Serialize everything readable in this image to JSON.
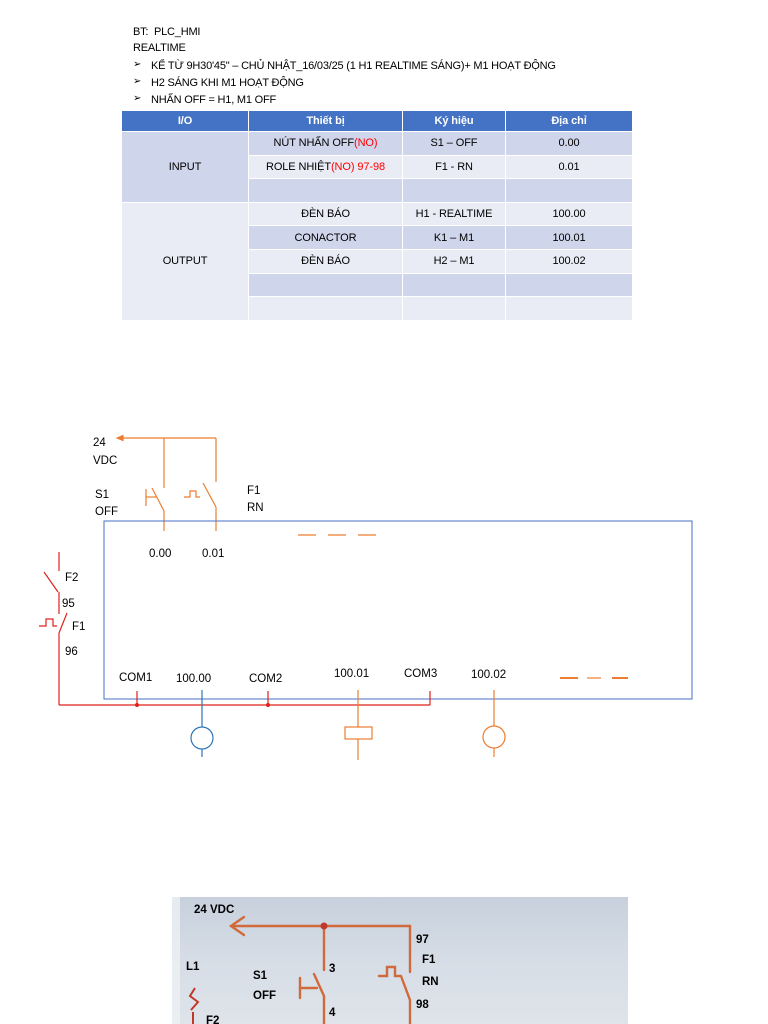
{
  "document": {
    "title_line": "BT:  PLC_HMI",
    "subtitle": "REALTIME",
    "bullet_glyph": "➢",
    "bullets": [
      "KỂ TỪ 9H30'45\" – CHỦ NHẬT_16/03/25 (1 H1 REALTIME SÁNG)+ M1 HOẠT ĐỘNG",
      "H2 SÁNG KHI M1 HOẠT ĐỘNG",
      "NHẤN OFF = H1, M1 OFF"
    ]
  },
  "io_table": {
    "headers": [
      "I/O",
      "Thiết bị",
      "Ký hiệu",
      "Địa chỉ"
    ],
    "input_group": "INPUT",
    "output_group": "OUTPUT",
    "input_rows": [
      {
        "device": "NÚT NHẤN OFF",
        "note": "(NO)",
        "symbol": "S1 – OFF",
        "address": "0.00"
      },
      {
        "device": "ROLE NHIỆT",
        "note": "(NO) 97-98",
        "symbol": "F1 - RN",
        "address": "0.01"
      }
    ],
    "output_rows": [
      {
        "device": "ĐÈN BÁO",
        "symbol": "H1 - REALTIME",
        "address": "100.00"
      },
      {
        "device": "CONACTOR",
        "symbol": "K1 – M1",
        "address": "100.01"
      },
      {
        "device": "ĐÈN BÁO",
        "symbol": "H2 – M1",
        "address": "100.02"
      }
    ]
  },
  "wiring": {
    "supply": [
      "24",
      "VDC"
    ],
    "s1_label": [
      "S1",
      "OFF"
    ],
    "f1_label": [
      "F1",
      "RN"
    ],
    "input_addresses": [
      "0.00",
      "0.01"
    ],
    "f2_label": "F2",
    "f2_terminal": "95",
    "f1_overload_label": "F1",
    "f1_terminal": "96",
    "output_terminals": [
      "COM1",
      "100.00",
      "COM2",
      "100.01",
      "COM3",
      "100.02"
    ]
  },
  "photo": {
    "supply": "24 VDC",
    "l1": "L1",
    "s1": "S1",
    "off": "OFF",
    "t3": "3",
    "t4": "4",
    "t97": "97",
    "f1": "F1",
    "rn": "RN",
    "t98": "98",
    "f2": "F2"
  },
  "colors": {
    "table_header": "#4472C4",
    "band_dark": "#CFD5EA",
    "band_light": "#E9EBF5",
    "note_red": "#FF0000",
    "wire_orange": "#ED7D31",
    "wire_red": "#E0201B",
    "plc_box": "#4472C4"
  }
}
